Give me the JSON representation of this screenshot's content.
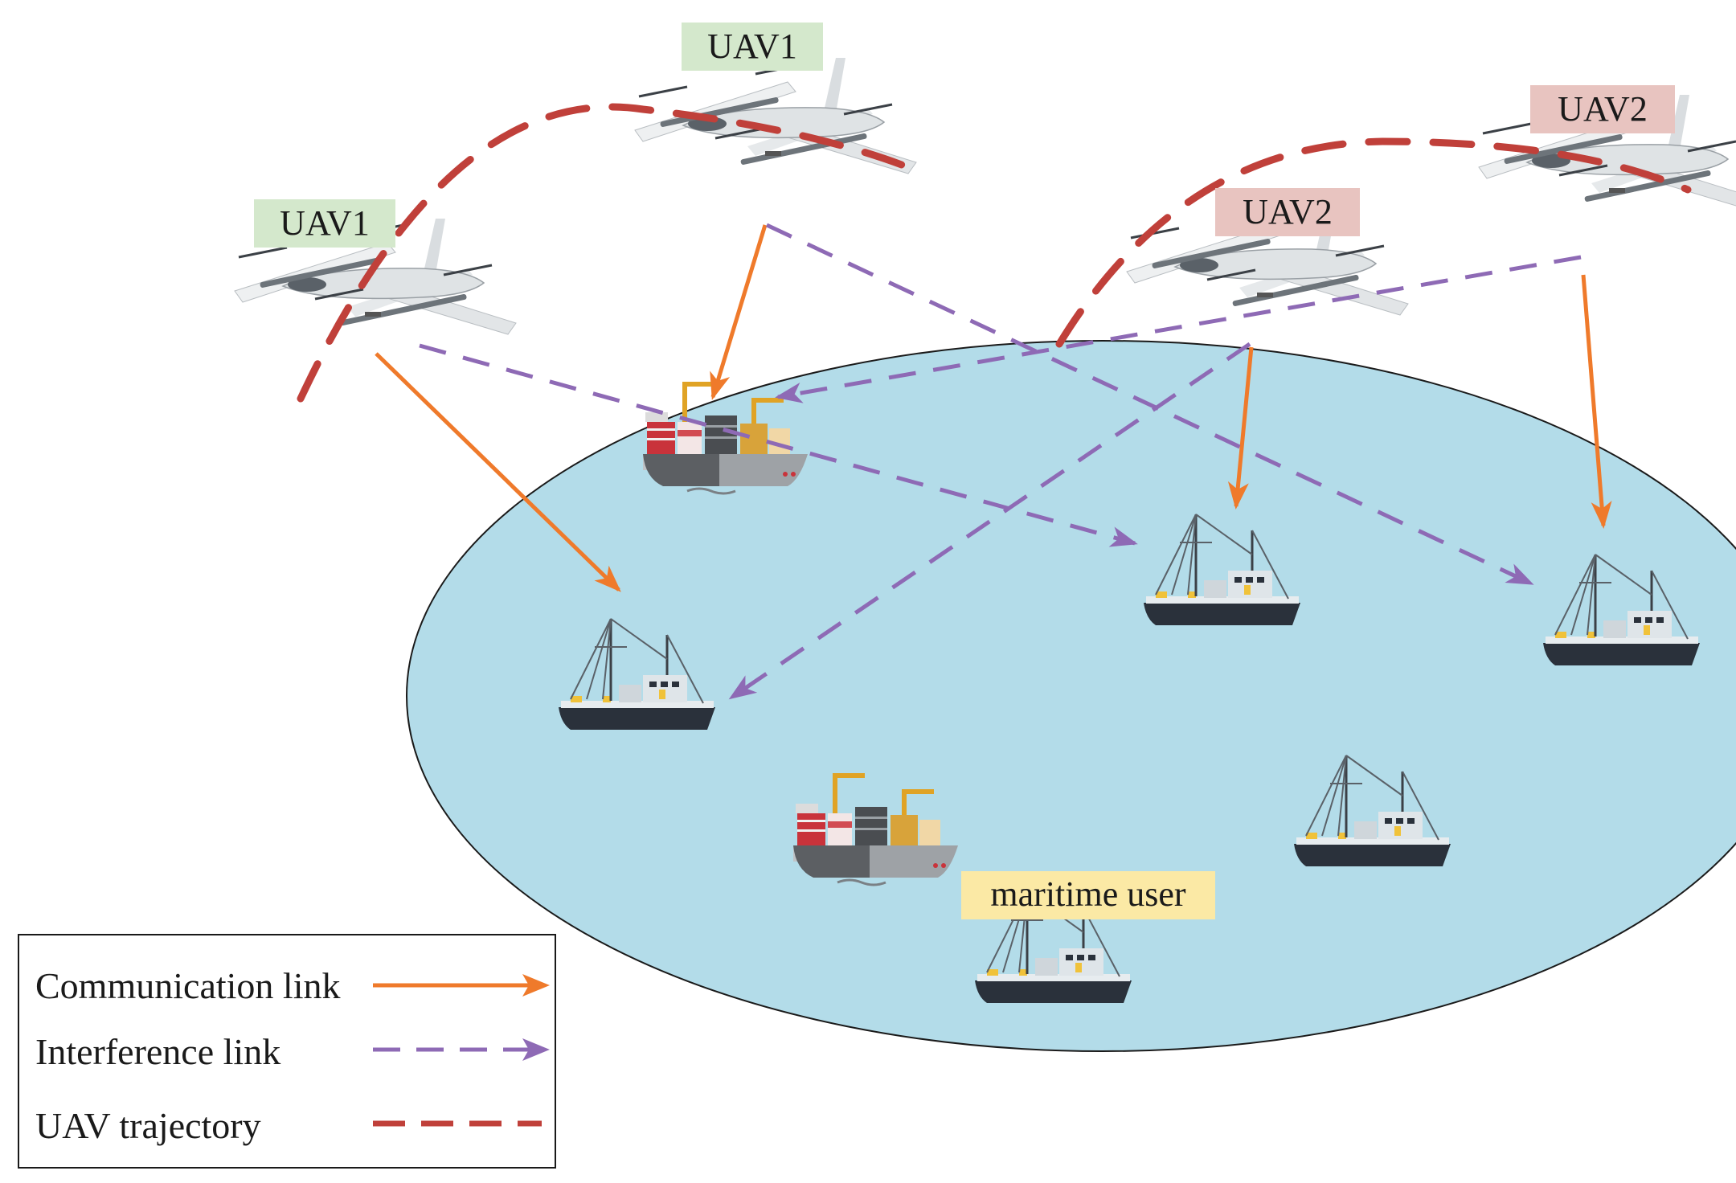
{
  "colors": {
    "sea": "#b3dce9",
    "comm": "#ef7a2b",
    "interf": "#8e6ab5",
    "traj": "#c0403a",
    "uav1_bg": "#d4e8cc",
    "uav2_bg": "#e8c4c0",
    "user_bg": "#fbe9a5"
  },
  "labels": {
    "uav1_a": "UAV1",
    "uav1_b": "UAV1",
    "uav2_a": "UAV2",
    "uav2_b": "UAV2",
    "maritime_user": "maritime user"
  },
  "legend": {
    "communication": "Communication link",
    "interference": "Interference link",
    "trajectory": "UAV trajectory"
  },
  "icons": {
    "uav": "fixed-wing-vtol-uav-icon",
    "cargo": "container-ship-icon",
    "fishing": "fishing-boat-icon"
  }
}
